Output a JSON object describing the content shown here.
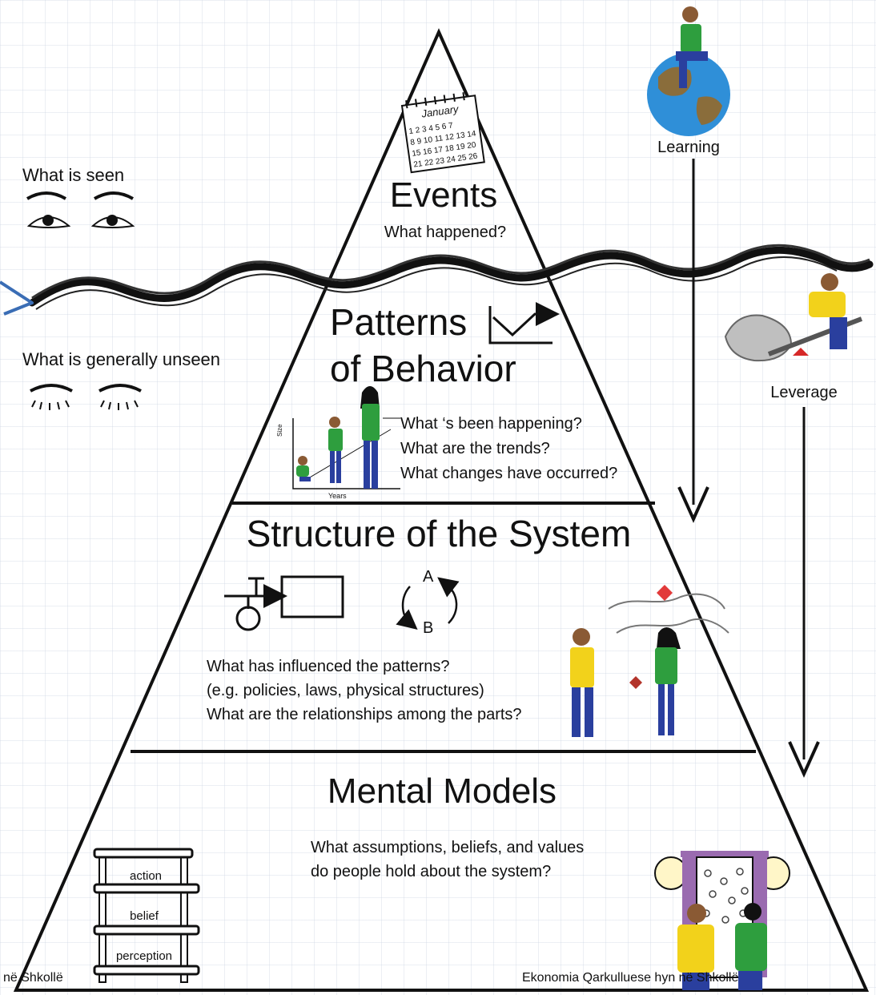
{
  "layers": {
    "events": {
      "title": "Events",
      "question": "What happened?"
    },
    "patterns": {
      "title_line1": "Patterns",
      "title_line2": "of Behavior",
      "questions": [
        "What ‘s been happening?",
        "What are the trends?",
        "What changes have occurred?"
      ],
      "chart_xlabel": "Years",
      "chart_ylabel": "Size"
    },
    "structure": {
      "title": "Structure of the System",
      "loop_a": "A",
      "loop_b": "B",
      "questions": [
        "What has influenced the patterns?",
        "(e.g. policies, laws, physical structures)",
        "What are the relationships among the parts?"
      ]
    },
    "mental": {
      "title": "Mental Models",
      "questions": [
        "What assumptions, beliefs, and values",
        "do people hold about the system?"
      ],
      "ladder": [
        "action",
        "belief",
        "perception"
      ]
    }
  },
  "calendar": {
    "month": "January",
    "rows": [
      "1 2 3 4 5 6 7",
      "8 9 10 11 12 13 14",
      "15 16 17 18 19 20",
      "21 22 23 24 25 26"
    ]
  },
  "side": {
    "seen": "What is seen",
    "unseen": "What is generally unseen",
    "learning": "Learning",
    "leverage": "Leverage"
  },
  "footer": {
    "left": "në Shkollë",
    "right": "Ekonomia Qarkulluese hyn në Shkollë"
  },
  "colors": {
    "line": "#111111",
    "arrow_blue": "#3a6db5",
    "earth_blue": "#2f8fd8",
    "earth_land": "#8a6d3b",
    "shirt_green": "#2e9e3e",
    "shirt_yellow": "#f2d21b",
    "pants_blue": "#2a3f9e",
    "skin": "#8a5a34",
    "curtain_purple": "#9a6bb0"
  }
}
